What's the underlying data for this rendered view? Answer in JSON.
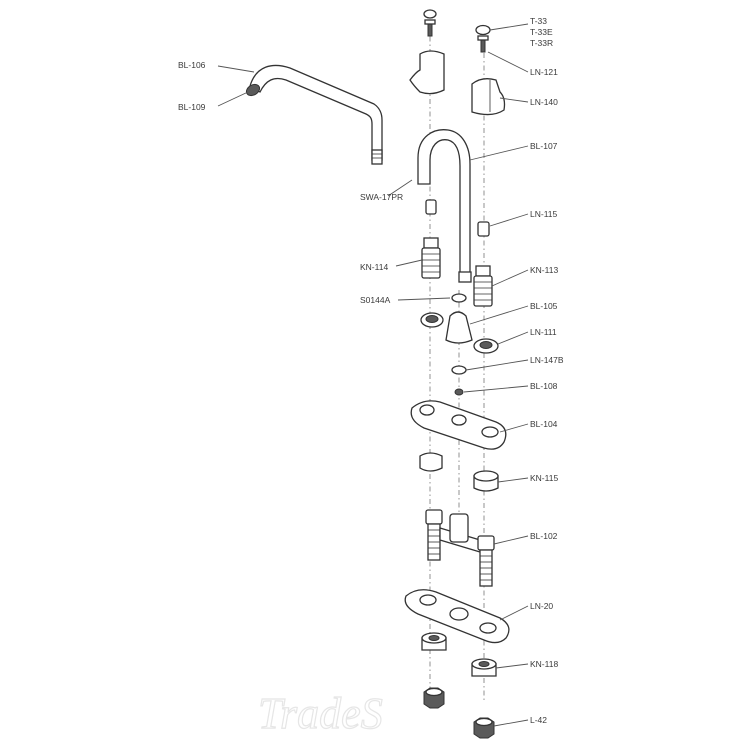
{
  "parts": {
    "bl106": "BL-106",
    "bl109": "BL-109",
    "t33": "T-33",
    "t33e": "T-33E",
    "t33r": "T-33R",
    "ln121": "LN-121",
    "ln140": "LN-140",
    "bl107": "BL-107",
    "swa17pr": "SWA-17PR",
    "ln115": "LN-115",
    "kn114": "KN-114",
    "kn113": "KN-113",
    "s0144a": "S0144A",
    "bl105": "BL-105",
    "ln111": "LN-111",
    "ln147b": "LN-147B",
    "bl108": "BL-108",
    "bl104": "BL-104",
    "kn115": "KN-115",
    "bl102": "BL-102",
    "ln20": "LN-20",
    "kn118": "KN-118",
    "l42": "L-42"
  },
  "watermark": "TradeS"
}
